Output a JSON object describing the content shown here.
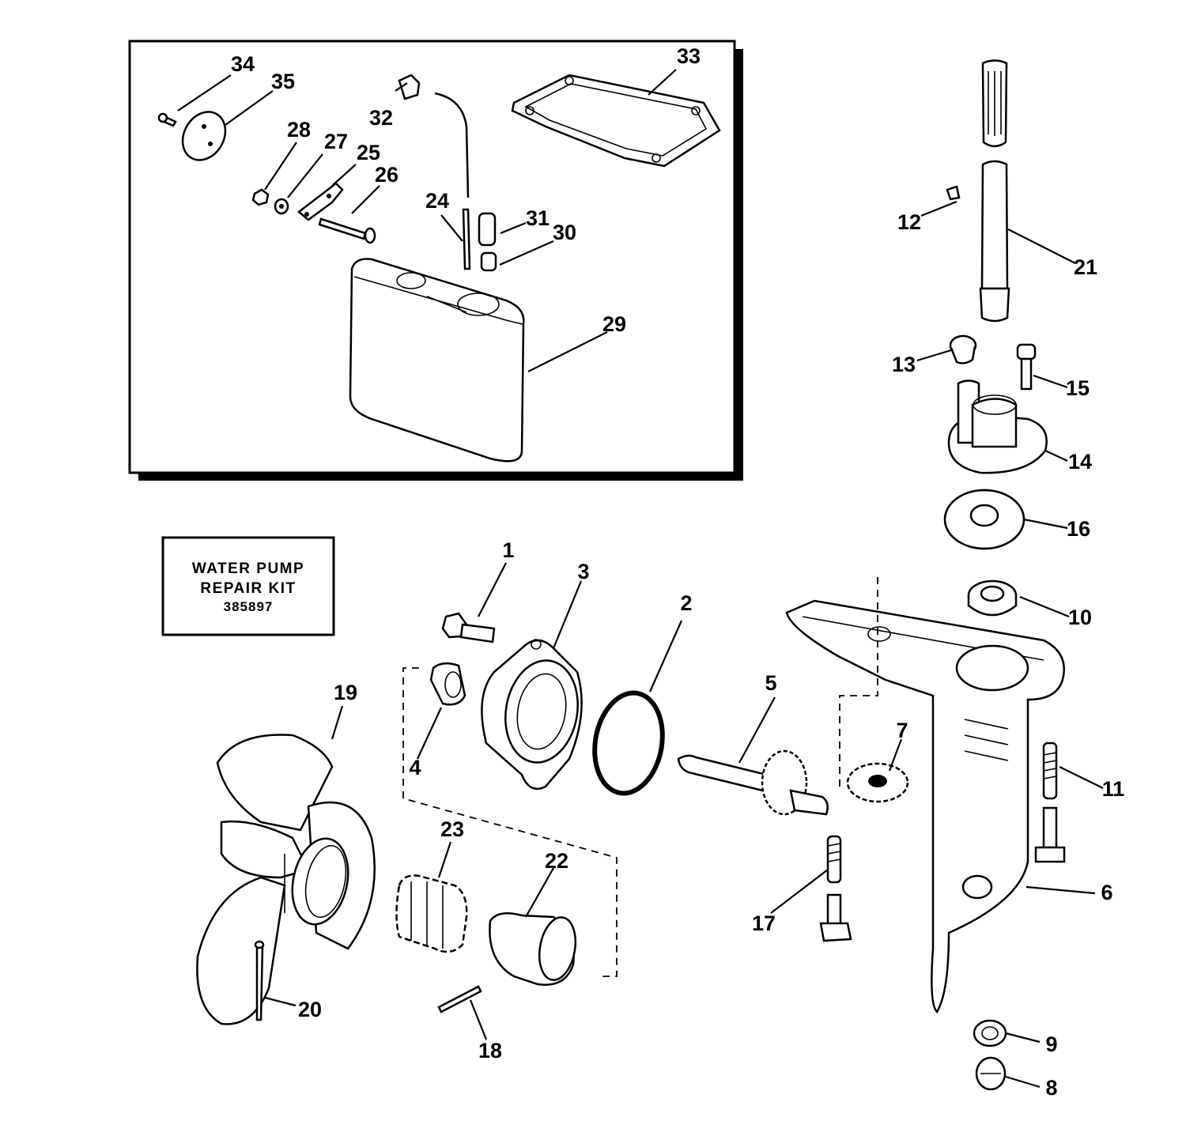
{
  "kit_box": {
    "line1": "WATER PUMP",
    "line2": "REPAIR KIT",
    "part_number": "385897"
  },
  "callouts": [
    "1",
    "2",
    "3",
    "4",
    "5",
    "6",
    "7",
    "8",
    "9",
    "10",
    "11",
    "12",
    "13",
    "14",
    "15",
    "16",
    "17",
    "18",
    "19",
    "20",
    "21",
    "22",
    "23",
    "24",
    "25",
    "26",
    "27",
    "28",
    "29",
    "30",
    "31",
    "32",
    "33",
    "34",
    "35"
  ],
  "colors": {
    "ink": "#000000",
    "paper": "#ffffff"
  }
}
